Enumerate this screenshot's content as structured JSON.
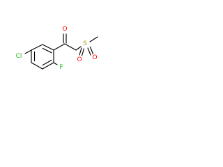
{
  "molecule": {
    "atoms": {
      "carbonyl_oxygen": "O",
      "sulfur": "S",
      "sulfonyl_oxygen_left": "O",
      "sulfonyl_oxygen_right": "O",
      "chlorine": "Cl",
      "fluorine": "F"
    },
    "colors": {
      "bond": "#000000",
      "oxygen": "#ff0000",
      "sulfur": "#b39800",
      "halogen": "#1fb81f",
      "background": "#ffffff"
    }
  }
}
